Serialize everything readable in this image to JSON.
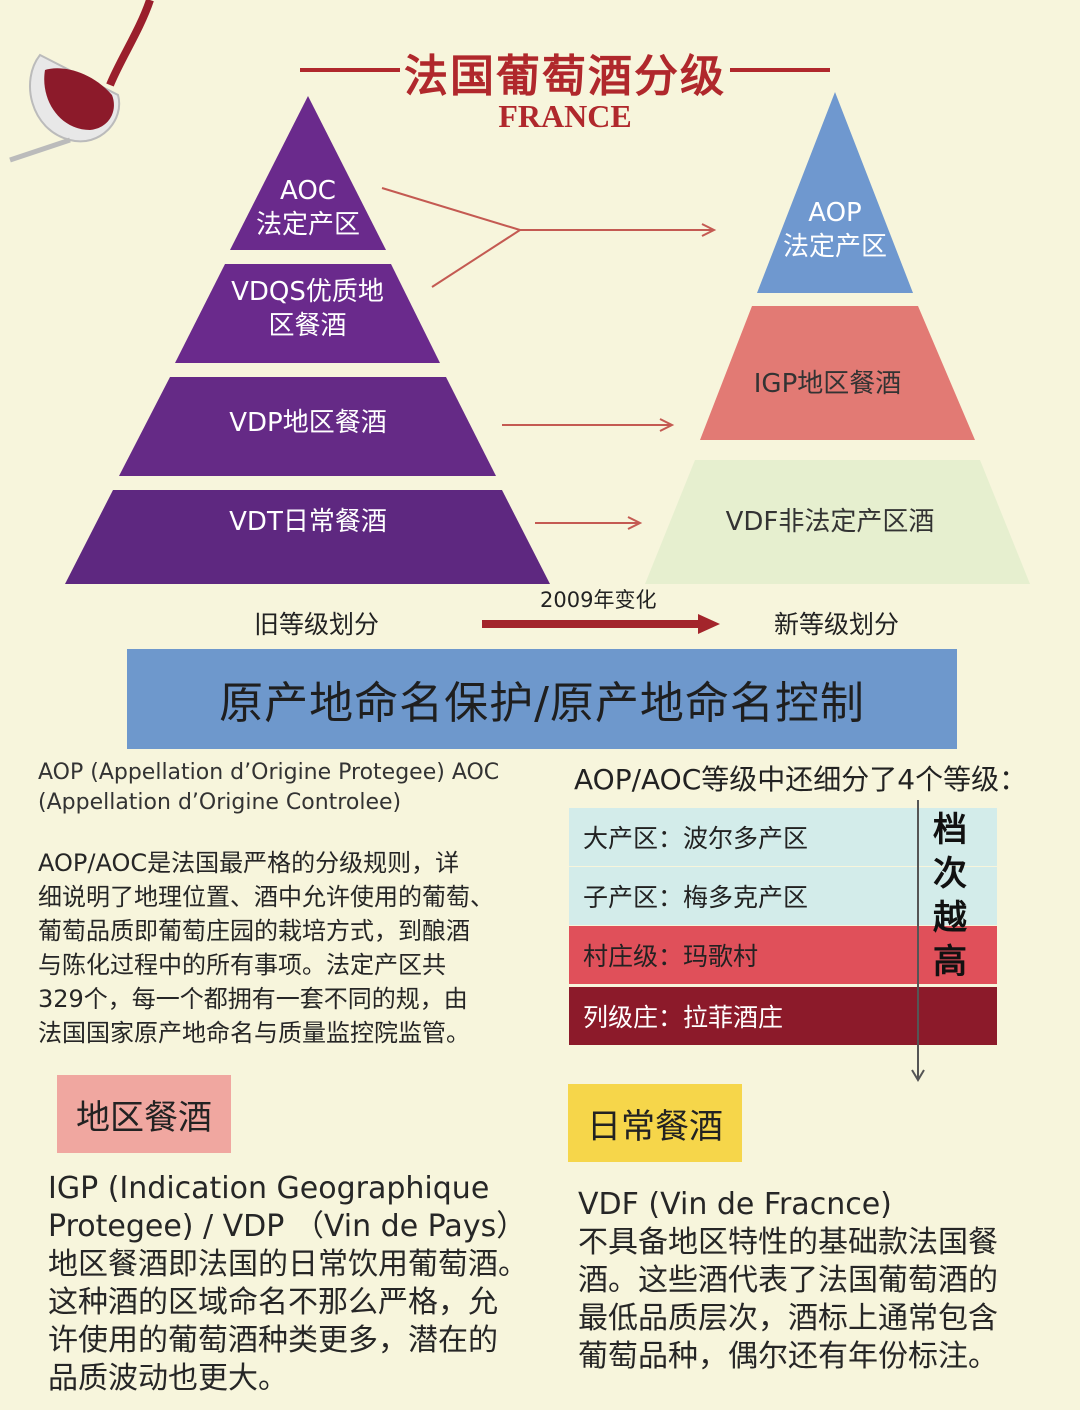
{
  "header": {
    "title": "法国葡萄酒分级",
    "subtitle": "FRANCE"
  },
  "old_pyramid": {
    "levels": [
      {
        "line1": "AOC",
        "line2": "法定产区"
      },
      {
        "line1": "VDQS优质地",
        "line2": "区餐酒"
      },
      {
        "line1": "VDP地区餐酒"
      },
      {
        "line1": "VDT日常餐酒"
      }
    ],
    "caption": "旧等级划分",
    "color": "#6a2a8c"
  },
  "new_pyramid": {
    "levels": [
      {
        "line1": "AOP",
        "line2": "法定产区",
        "color": "#6f98cf"
      },
      {
        "line1": "IGP地区餐酒",
        "color": "#e27a74"
      },
      {
        "line1": "VDF非法定产区酒",
        "color": "#e6efcf"
      }
    ],
    "caption": "新等级划分"
  },
  "transition": {
    "label": "2009年变化",
    "arrow_color": "#a3252b"
  },
  "banner": {
    "text": "原产地命名保护/原产地命名控制",
    "color": "#6e98cc"
  },
  "aop_section": {
    "full_name_line1": "AOP  (Appellation d’Origine Protegee) AOC",
    "full_name_line2": "(Appellation d’Origine Controlee)",
    "desc_lines": [
      "AOP/AOC是法国最严格的分级规则，详",
      "细说明了地理位置、酒中允许使用的葡萄、",
      "葡萄品质即葡萄庄园的栽培方式，到酿酒",
      "与陈化过程中的所有事项。法定产区共",
      "329个，每一个都拥有一套不同的规，由",
      "法国国家原产地命名与质量监控院监管。"
    ]
  },
  "levels_section": {
    "heading": "AOP/AOC等级中还细分了4个等级：",
    "rows": [
      {
        "text": "大产区：波尔多产区",
        "color": "#d3ecea"
      },
      {
        "text": "子产区：梅多克产区",
        "color": "#d3ecea"
      },
      {
        "text": "村庄级：玛歌村",
        "color": "#e0505a"
      },
      {
        "text": "列级庄：拉菲酒庄",
        "color": "#8c1a2a"
      }
    ],
    "side_label": [
      "档",
      "次",
      "越",
      "高"
    ]
  },
  "igp_section": {
    "tag": "地区餐酒",
    "tag_color": "#f0a7a0",
    "lines": [
      "IGP (Indication Geographique",
      "Protegee) / VDP （Vin de Pays）",
      "地区餐酒即法国的日常饮用葡萄酒。",
      "这种酒的区域命名不那么严格，允",
      "许使用的葡萄酒种类更多，潜在的",
      "品质波动也更大。"
    ]
  },
  "vdf_section": {
    "tag": "日常餐酒",
    "tag_color": "#f6d64a",
    "lines": [
      "VDF (Vin de Fracnce)",
      "不具备地区特性的基础款法国餐",
      "酒。这些酒代表了法国葡萄酒的",
      "最低品质层次，酒标上通常包含",
      "葡萄品种，偶尔还有年份标注。"
    ]
  }
}
